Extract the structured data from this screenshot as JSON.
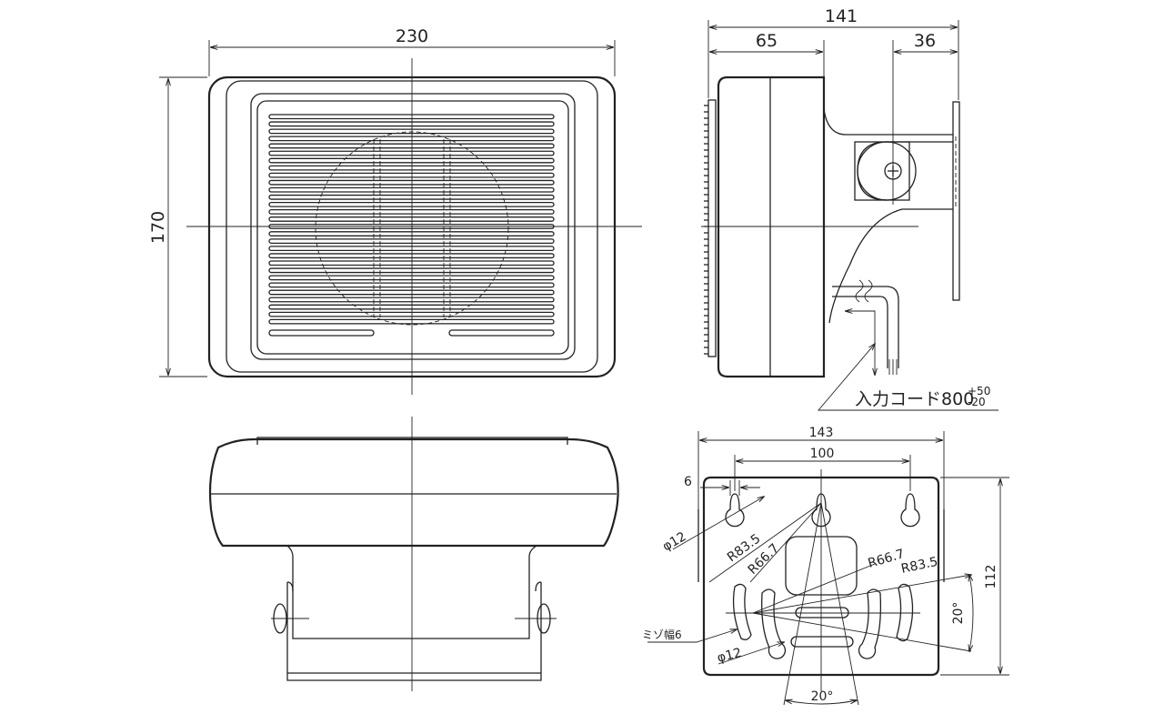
{
  "front_view": {
    "width_dim": "230",
    "height_dim": "170"
  },
  "side_view": {
    "overall_depth_dim": "141",
    "body_depth_dim": "65",
    "bracket_offset_dim": "36",
    "cord_label": "入力コード800",
    "cord_tol_plus": "+50",
    "cord_tol_minus": "-20"
  },
  "bracket_view": {
    "width_dim": "143",
    "pitch_dim": "100",
    "slot_dim": "6",
    "height_dim": "112",
    "hole_dia_top": "φ12",
    "hole_dia_bottom": "φ12",
    "radius_large_left": "R83.5",
    "radius_small_left": "R66.7",
    "radius_small_right": "R66.7",
    "radius_large_right": "R83.5",
    "slot_width_label": "ミゾ幅6",
    "angle_right": "20°",
    "angle_bottom": "20°"
  }
}
